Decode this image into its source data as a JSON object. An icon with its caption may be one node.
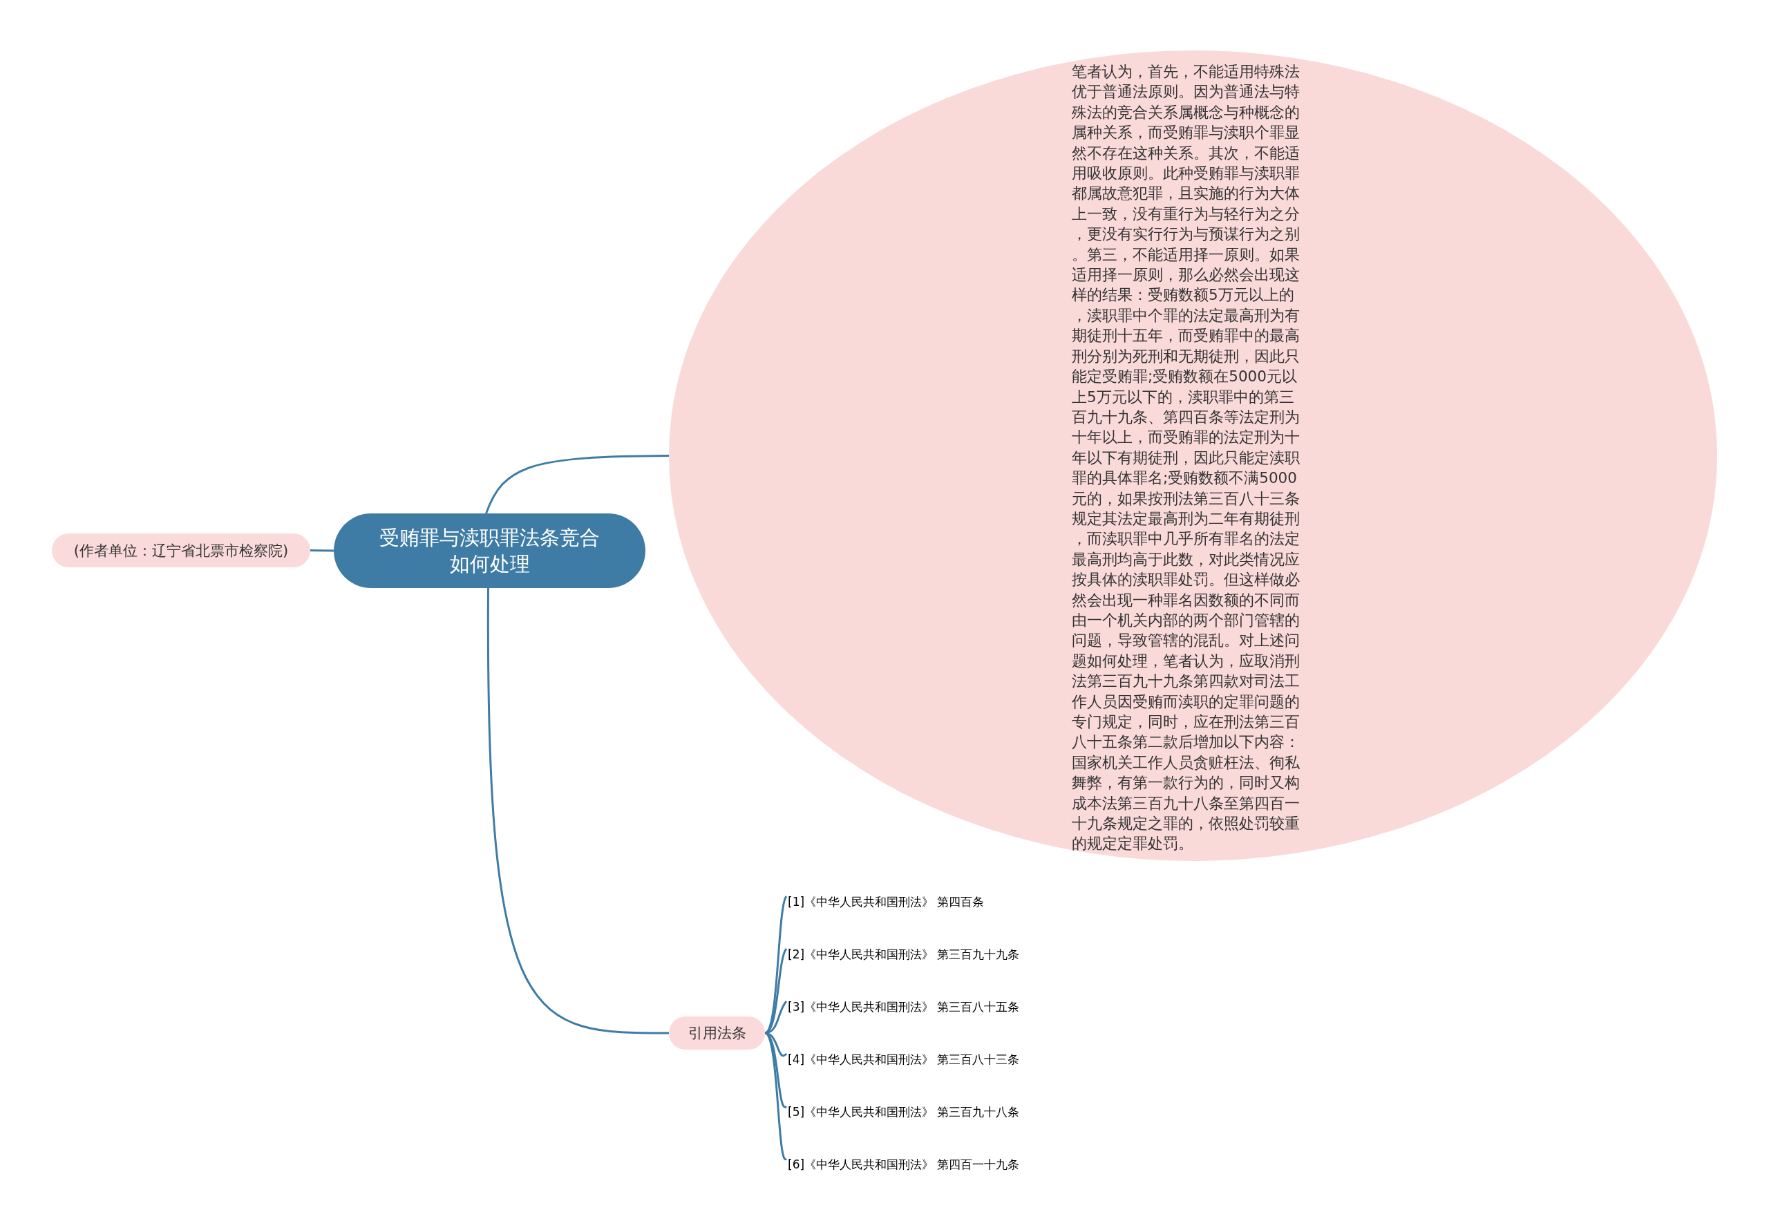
{
  "diagram": {
    "nodes": [
      {
        "text": [
          "受贿罪与渎职罪法条竞合如何处理"
        ]
      },
      {
        "text": [
          "(作者单位：辽宁省北票市检察院)"
        ]
      },
      {
        "text": [
          "笔者认为，首先，不能适用特殊法优于普通法原则。因为普通法与特殊法的竞合关系属概念与种概念的属种关系，而受贿罪与渎职个罪显然不存在这种关系。其次，不能适用吸收原则。此种受贿罪与渎职罪都属故意犯罪，且实施的行为大体上一致，没有重行为与轻行为之分，更没有实行行为与预谋行为之别。第三，不能适用择一原则。如果适用择一原则，那么必然会出现这样的结果：受贿数额5万元以上的，渎职罪中个罪的法定最高刑为有期徒刑十五年，而受贿罪中的最高刑分别为死刑和无期徒刑，因此只能定受贿罪;受贿数额在5000元以上5万元以下的，渎职罪中的第三百九十九条、第四百条等法定刑为十年以上，而受贿罪的法定刑为十年以下有期徒刑，因此只能定渎职罪的具体罪名;受贿数额不满5000元的，如果按刑法第三百八十三条规定其法定最高刑为二年有期徒刑，而渎职罪中几乎所有罪名的法定最高刑均高于此数，对此类情况应按具体的渎职罪处罚。但这样做必然会出现一种罪名因数额的不同而由一个机关内部的两个部门管辖的问题，导致管辖的混乱。对上述问题如何处理，笔者认为，应取消刑法第三百九十九条第四款对司法工作人员因受贿而渎职的定罪问题的专门规定，同时，应在刑法第三百八十五条第二款后增加以下内容：国家机关工作人员贪赃枉法、徇私舞弊，有第一款行为的，同时又构成本法第三百九十八条至第四百一十九条规定之罪的，依照处罚较重的规定定罪处罚。"
        ]
      },
      {
        "text": [
          "引用法条"
        ]
      },
      {
        "text": [
          "[1]《中华人民共和国刑法》 第四百条"
        ]
      },
      {
        "text": [
          "[2]《中华人民共和国刑法》 第三百九十九条"
        ]
      },
      {
        "text": [
          "[3]《中华人民共和国刑法》 第三百八十五条"
        ]
      },
      {
        "text": [
          "[4]《中华人民共和国刑法》 第三百八十三条"
        ]
      },
      {
        "text": [
          "[5]《中华人民共和国刑法》 第三百九十八条"
        ]
      },
      {
        "text": [
          "[6]《中华人民共和国刑法》 第四百一十九条"
        ]
      }
    ],
    "edges": [
      {
        "from": 0,
        "to": 1,
        "arrow": "none"
      },
      {
        "from": 0,
        "to": 2,
        "arrow": "none"
      },
      {
        "from": 0,
        "to": 3,
        "arrow": "none"
      },
      {
        "from": 3,
        "to": 4,
        "arrow": "none"
      },
      {
        "from": 3,
        "to": 5,
        "arrow": "none"
      },
      {
        "from": 3,
        "to": 6,
        "arrow": "none"
      },
      {
        "from": 3,
        "to": 7,
        "arrow": "none"
      },
      {
        "from": 3,
        "to": 8,
        "arrow": "none"
      },
      {
        "from": 3,
        "to": 9,
        "arrow": "none"
      }
    ]
  }
}
